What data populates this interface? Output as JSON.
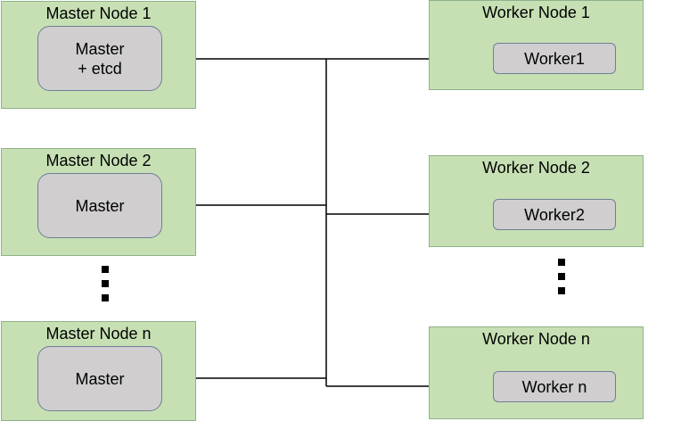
{
  "masters": [
    {
      "title": "Master Node 1",
      "lines": [
        "Master",
        "+ etcd"
      ]
    },
    {
      "title": "Master Node 2",
      "lines": [
        "Master"
      ]
    },
    {
      "title": "Master Node n",
      "lines": [
        "Master"
      ]
    }
  ],
  "workers": [
    {
      "title": "Worker Node 1",
      "label": "Worker1"
    },
    {
      "title": "Worker Node 2",
      "label": "Worker2"
    },
    {
      "title": "Worker Node n",
      "label": "Worker n"
    }
  ],
  "colors": {
    "node_fill": "#c6e0b4",
    "component_fill": "#d0cece",
    "line": "#000000"
  }
}
